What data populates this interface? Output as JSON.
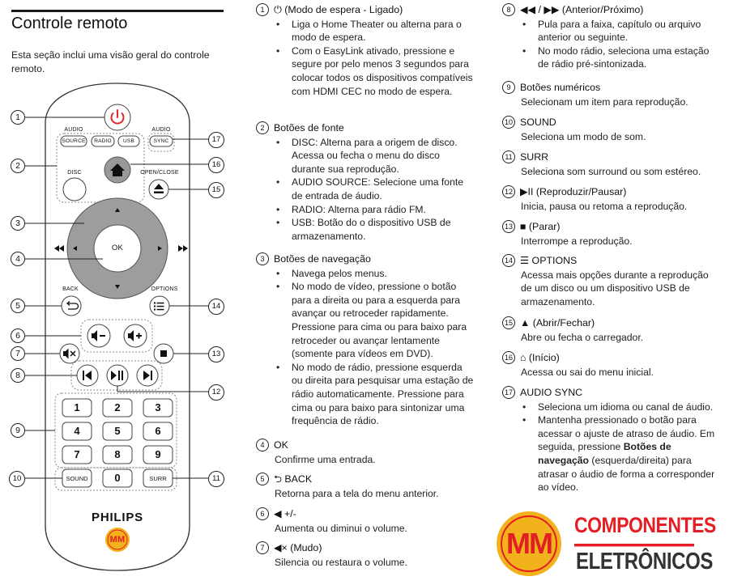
{
  "page": {
    "title": "Controle remoto",
    "intro": "Esta seção inclui uma visão geral do controle remoto."
  },
  "remote": {
    "labels": {
      "audio1": "AUDIO",
      "source": "SOURCE",
      "radio": "RADIO",
      "usb": "USB",
      "audio2": "AUDIO",
      "sync": "SYNC",
      "disc": "DISC",
      "open_close": "OPEN/CLOSE",
      "ok": "OK",
      "back": "BACK",
      "options": "OPTIONS",
      "sound": "SOUND",
      "surr": "SURR",
      "brand": "PHILIPS",
      "mm": "MM"
    },
    "digits": [
      "1",
      "2",
      "3",
      "4",
      "5",
      "6",
      "7",
      "8",
      "9",
      "0"
    ],
    "callouts": [
      "1",
      "2",
      "3",
      "4",
      "5",
      "6",
      "7",
      "8",
      "9",
      "10",
      "11",
      "12",
      "13",
      "14",
      "15",
      "16",
      "17"
    ]
  },
  "items": {
    "i1": {
      "num": "1",
      "title": "⏻ (Modo de espera - Ligado)",
      "bullets": [
        "Liga o Home Theater ou alterna para o modo de espera.",
        "Com o EasyLink ativado, pressione e segure por pelo menos 3 segundos para colocar todos os dispositivos compatíveis com HDMI CEC no modo de espera."
      ]
    },
    "i2": {
      "num": "2",
      "title": "Botões de fonte",
      "b1_key": "DISC",
      "b1_text": ": Alterna para a origem de disco. Acessa ou fecha o menu do disco durante sua reprodução.",
      "b2_key": "AUDIO SOURCE",
      "b2_text": ": Selecione uma fonte de entrada de áudio.",
      "b3_key": "RADIO",
      "b3_text": ": Alterna para rádio FM.",
      "b4_key": "USB",
      "b4_text": ": Botão do o dispositivo USB de armazenamento."
    },
    "i3": {
      "num": "3",
      "title": "Botões de navegação",
      "bullets": [
        "Navega pelos menus.",
        "No modo de vídeo, pressione o botão para a direita ou para a esquerda para avançar ou retroceder rapidamente. Pressione para cima ou para baixo para retroceder ou avançar lentamente (somente para vídeos em DVD).",
        "No modo de rádio, pressione esquerda ou direita para pesquisar uma estação de rádio automaticamente. Pressione para cima ou para baixo para sintonizar uma frequência de rádio."
      ]
    },
    "i4": {
      "num": "4",
      "title": "OK",
      "desc": "Confirme uma entrada."
    },
    "i5": {
      "num": "5",
      "title": "⮌ BACK",
      "desc": "Retorna para a tela do menu anterior."
    },
    "i6": {
      "num": "6",
      "title": "◀ +/-",
      "desc": "Aumenta ou diminui o volume."
    },
    "i7": {
      "num": "7",
      "title": "◀× (Mudo)",
      "desc": "Silencia ou restaura o volume."
    },
    "i8": {
      "num": "8",
      "title": "◀◀ / ▶▶ (Anterior/Próximo)",
      "bullets": [
        "Pula para a faixa, capítulo ou arquivo anterior ou seguinte.",
        "No modo rádio, seleciona uma estação de rádio pré-sintonizada."
      ]
    },
    "i9": {
      "num": "9",
      "title": "Botões numéricos",
      "desc": "Selecionam um item para reprodução."
    },
    "i10": {
      "num": "10",
      "title": "SOUND",
      "desc": "Seleciona um modo de som."
    },
    "i11": {
      "num": "11",
      "title": "SURR",
      "desc": "Seleciona som surround ou som estéreo."
    },
    "i12": {
      "num": "12",
      "title": "▶II (Reproduzir/Pausar)",
      "desc": "Inicia, pausa ou retoma a reprodução."
    },
    "i13": {
      "num": "13",
      "title": "■ (Parar)",
      "desc": "Interrompe a reprodução."
    },
    "i14": {
      "num": "14",
      "title": "☰ OPTIONS",
      "desc": "Acessa mais opções durante a reprodução de um disco ou um dispositivo USB de armazenamento."
    },
    "i15": {
      "num": "15",
      "title": "▲ (Abrir/Fechar)",
      "desc": "Abre ou fecha o carregador."
    },
    "i16": {
      "num": "16",
      "title": "⌂ (Início)",
      "desc": "Acessa ou sai do menu inicial."
    },
    "i17": {
      "num": "17",
      "title": "AUDIO SYNC",
      "b1": "Seleciona um idioma ou canal de áudio.",
      "b2_pre": "Mantenha pressionado o botão para acessar o ajuste de atraso de áudio. Em seguida, pressione ",
      "b2_bold": "Botões de navegação",
      "b2_post": " (esquerda/direita) para atrasar o áudio de forma a corresponder ao vídeo."
    }
  },
  "logo": {
    "mm": "MM",
    "top": "COMPONENTES",
    "bottom": "ELETRÔNICOS"
  },
  "colors": {
    "power_red": "#e3262a",
    "logo_red": "#e31e24",
    "logo_yellow": "#f2b21b",
    "remote_gray": "#9d9d9d"
  }
}
